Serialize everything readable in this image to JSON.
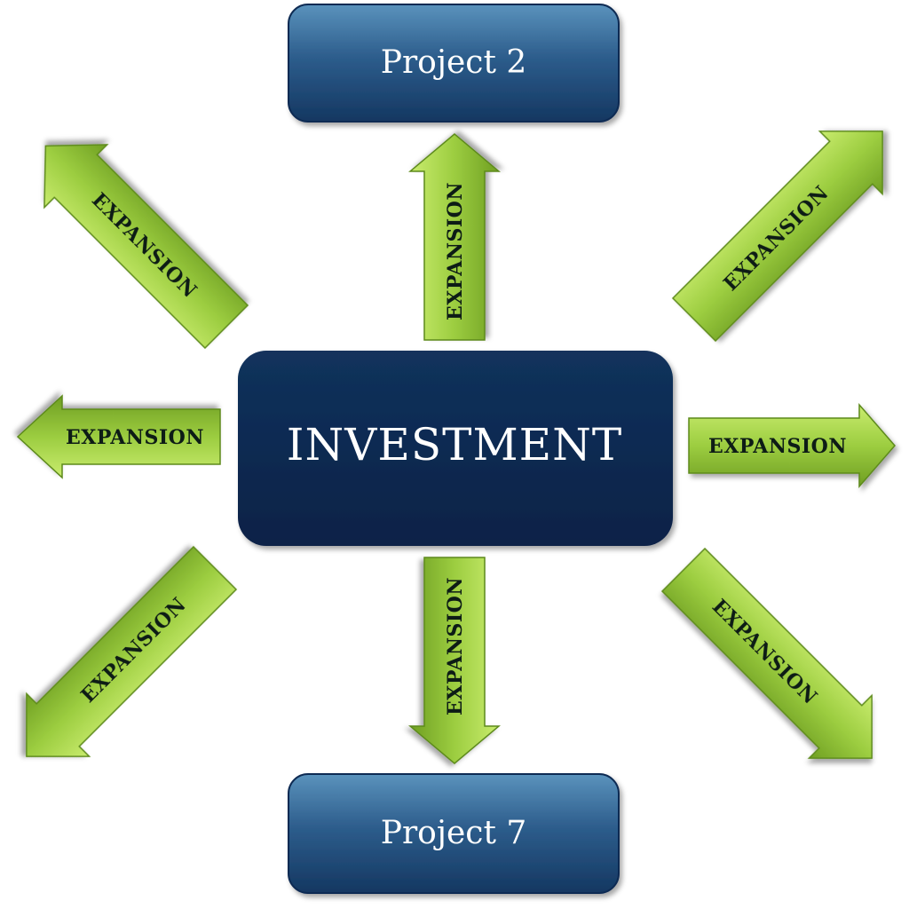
{
  "center": {
    "label": "INVESTMENT",
    "color": "#0e2a52"
  },
  "top_box": {
    "label": "Project 2"
  },
  "bottom_box": {
    "label": "Project 7"
  },
  "colors": {
    "arrow_light": "#b6e05a",
    "arrow_mid": "#8fc23a",
    "arrow_dark": "#6a9a22",
    "box_top": "#4f86b0",
    "box_bottom": "#173d66"
  },
  "arrows": {
    "up": "EXPANSION",
    "down": "EXPANSION",
    "left": "EXPANSION",
    "right": "EXPANSION",
    "up_left": "EXPANSION",
    "up_right": "EXPANSION",
    "down_left": "EXPANSION",
    "down_right": "EXPANSION"
  }
}
